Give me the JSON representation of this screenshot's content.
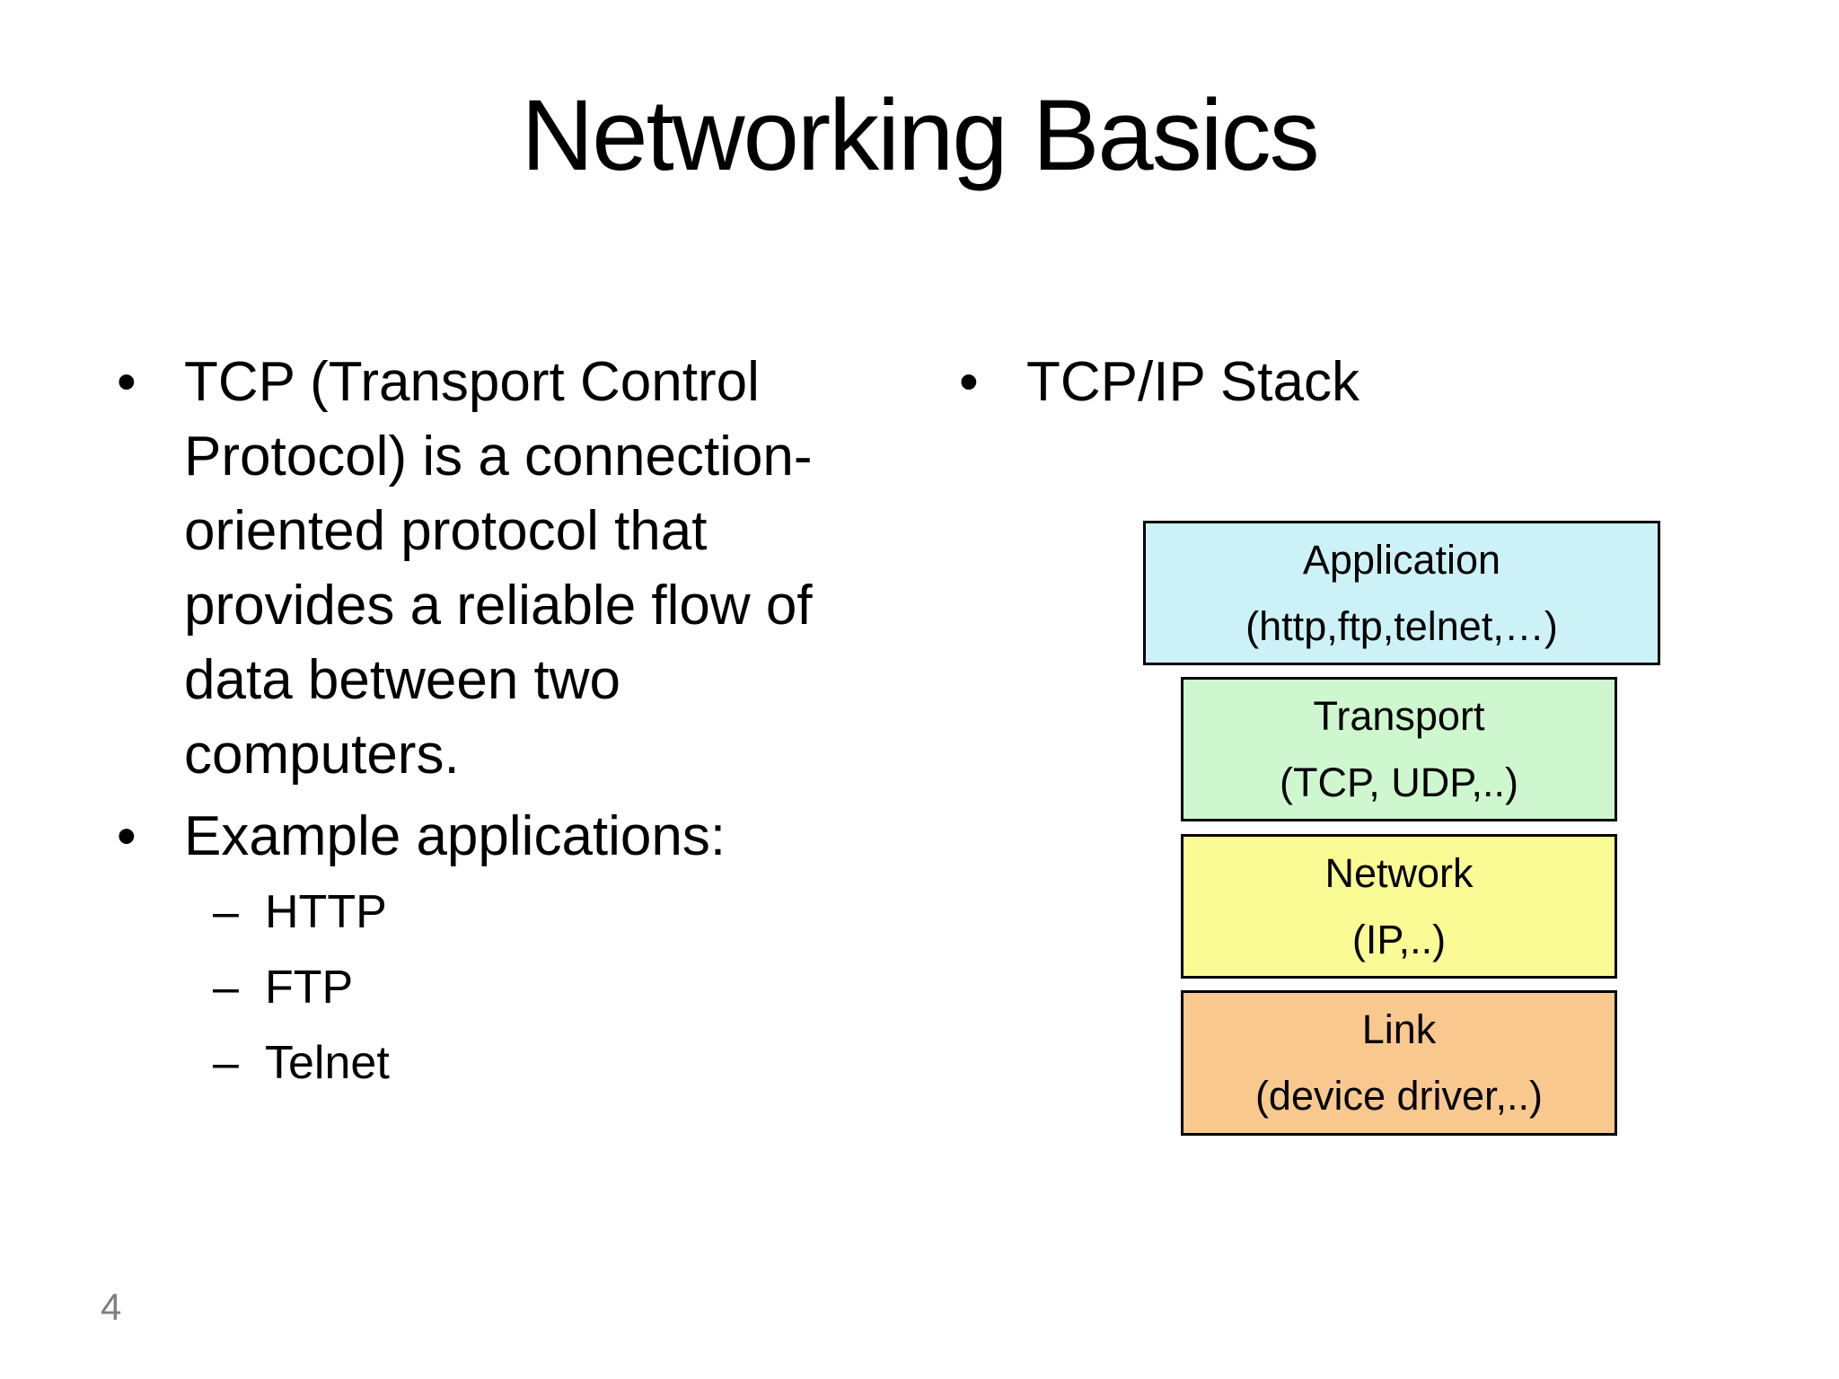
{
  "slide": {
    "title": "Networking Basics",
    "page_number": "4",
    "left_column": {
      "bullets": [
        {
          "marker": "•",
          "text": "TCP (Transport Control\nProtocol) is a connection-\noriented protocol that\nprovides a reliable flow of\ndata between two\ncomputers."
        },
        {
          "marker": "•",
          "text": "Example applications:"
        }
      ],
      "sub_bullets": [
        {
          "marker": "–",
          "text": "HTTP"
        },
        {
          "marker": "–",
          "text": "FTP"
        },
        {
          "marker": "–",
          "text": "Telnet"
        }
      ]
    },
    "right_column": {
      "bullet": {
        "marker": "•",
        "text": "TCP/IP Stack"
      }
    },
    "stack_diagram": {
      "border_color": "#000000",
      "layers": [
        {
          "name": "Application",
          "detail": "(http,ftp,telnet,…)",
          "fill": "#CCF2F8"
        },
        {
          "name": "Transport",
          "detail": "(TCP, UDP,..)",
          "fill": "#CFF7CF"
        },
        {
          "name": "Network",
          "detail": "(IP,..)",
          "fill": "#FBFB95"
        },
        {
          "name": "Link",
          "detail": "(device driver,..)",
          "fill": "#F8C88F"
        }
      ]
    }
  }
}
